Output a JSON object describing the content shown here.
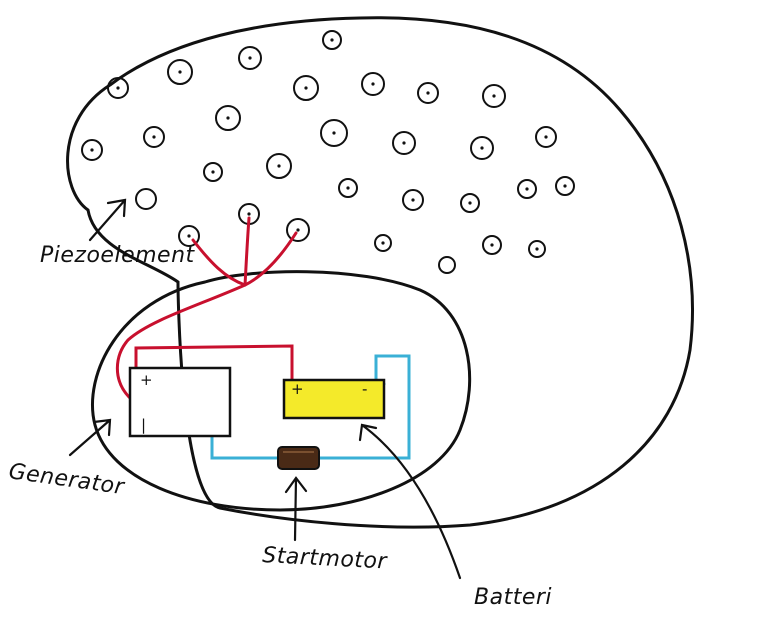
{
  "labels": {
    "piezo": "Piezoelement",
    "generator": "Generator",
    "startmotor": "Startmotor",
    "batteri": "Batteri"
  },
  "signs": {
    "plus": "+",
    "minus": "-",
    "bar": "|"
  },
  "colors": {
    "ink": "#111111",
    "red_wire": "#c8102e",
    "blue_wire": "#3ab0d6",
    "battery": "#f4ea2a",
    "motor": "#4a2a16",
    "background": "#ffffff"
  },
  "piezo_element_count": 31
}
